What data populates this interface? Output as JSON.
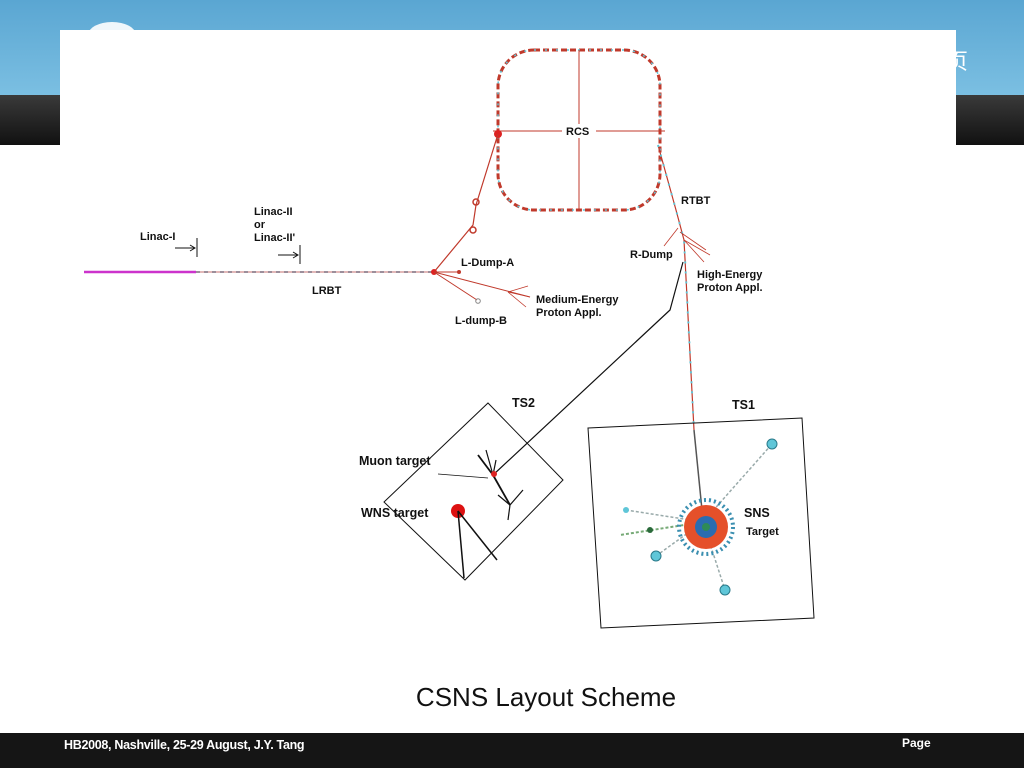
{
  "header": {
    "glyph": "页"
  },
  "diagram": {
    "labels": {
      "rcs": "RCS",
      "rtbt": "RTBT",
      "linac_i": "Linac-I",
      "linac_ii": "Linac-II",
      "or": "or",
      "linac_ii_prime": "Linac-II'",
      "lrbt": "LRBT",
      "l_dump_a": "L-Dump-A",
      "l_dump_b": "L-dump-B",
      "medium_energy_1": "Medium-Energy",
      "medium_energy_2": "Proton Appl.",
      "r_dump": "R-Dump",
      "high_energy_1": "High-Energy",
      "high_energy_2": "Proton Appl.",
      "ts2": "TS2",
      "ts1": "TS1",
      "muon_target": "Muon target",
      "wns_target": "WNS target",
      "sns": "SNS",
      "target": "Target"
    }
  },
  "caption": "CSNS Layout Scheme",
  "footer": {
    "left_text": "HB2008, Nashville, 25-29  August, J.Y. Tang",
    "right_text": "Page"
  },
  "colors": {
    "header_blue": "#5aa6d2",
    "footer_dark": "#151515",
    "beamline_red": "#c0392b",
    "linac_magenta": "#cc33cc",
    "magnet_cyan": "#5fc6d8"
  }
}
